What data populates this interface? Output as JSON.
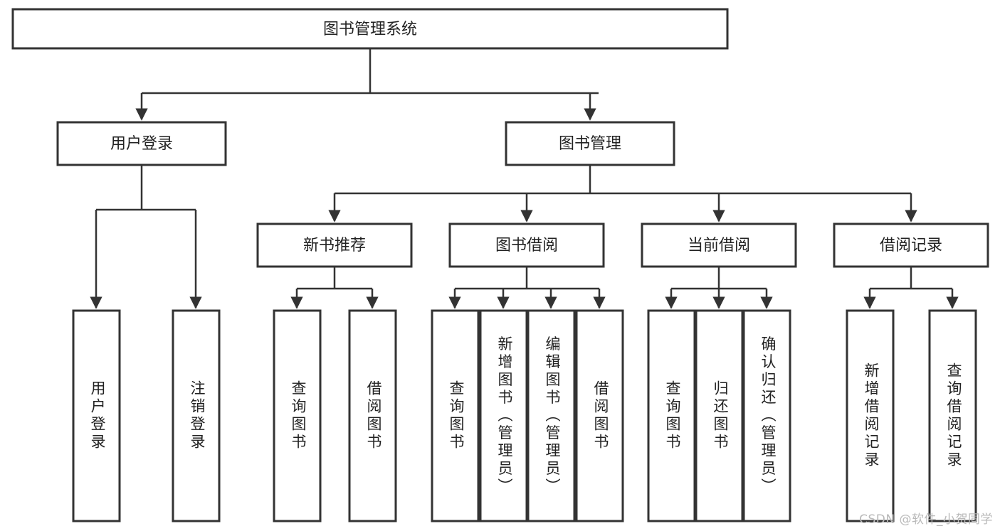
{
  "diagram": {
    "title_node": {
      "label": "图书管理系统"
    },
    "level2": [
      {
        "id": "user-login",
        "label": "用户登录"
      },
      {
        "id": "book-manage",
        "label": "图书管理"
      }
    ],
    "level3": [
      {
        "id": "new-book-recommend",
        "label": "新书推荐"
      },
      {
        "id": "book-borrow",
        "label": "图书借阅"
      },
      {
        "id": "current-borrow",
        "label": "当前借阅"
      },
      {
        "id": "borrow-record",
        "label": "借阅记录"
      }
    ],
    "leaves": {
      "user-login": [
        {
          "id": "leaf-user-login",
          "label": "用户登录"
        },
        {
          "id": "leaf-user-logout",
          "label": "注销登录"
        }
      ],
      "new-book-recommend": [
        {
          "id": "leaf-query-book-1",
          "label": "查询图书"
        },
        {
          "id": "leaf-borrow-book-1",
          "label": "借阅图书"
        }
      ],
      "book-borrow": [
        {
          "id": "leaf-query-book-2",
          "label": "查询图书"
        },
        {
          "id": "leaf-add-book",
          "label": "新增图书（管理员）"
        },
        {
          "id": "leaf-edit-book",
          "label": "编辑图书（管理员）"
        },
        {
          "id": "leaf-borrow-book-2",
          "label": "借阅图书"
        }
      ],
      "current-borrow": [
        {
          "id": "leaf-query-book-3",
          "label": "查询图书"
        },
        {
          "id": "leaf-return-book",
          "label": "归还图书"
        },
        {
          "id": "leaf-confirm-return",
          "label": "确认归还（管理员）"
        }
      ],
      "borrow-record": [
        {
          "id": "leaf-add-record",
          "label": "新增借阅记录"
        },
        {
          "id": "leaf-query-record",
          "label": "查询借阅记录"
        }
      ]
    },
    "watermark": "CSDN @软件_小贺同学",
    "colors": {
      "stroke": "#333333",
      "fill": "#ffffff",
      "text": "#222222",
      "watermark": "#b9b9b9"
    }
  }
}
